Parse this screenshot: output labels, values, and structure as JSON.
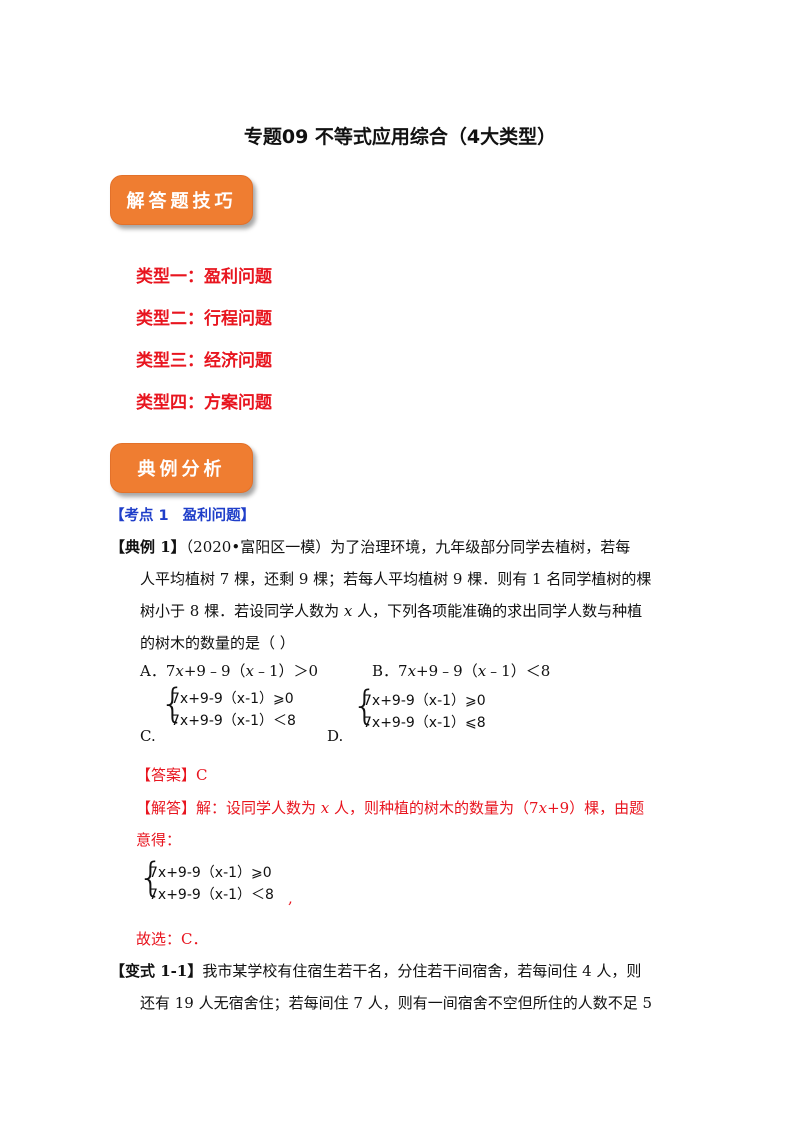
{
  "title": "专题09  不等式应用综合（4大类型）",
  "badges": {
    "skills": "解答题技巧",
    "examples": "典例分析"
  },
  "types": [
    "类型一：盈利问题",
    "类型二：行程问题",
    "类型三：经济问题",
    "类型四：方案问题"
  ],
  "topic": {
    "tag": "【考点 1",
    "name": "盈利问题】"
  },
  "example": {
    "tag": "【典例 1】",
    "line1": "（2020•富阳区一模）为了治理环境，九年级部分同学去植树，若每",
    "line2": "人平均植树 7 棵，还剩 9 棵；若每人平均植树 9 棵．则有 1 名同学植树的棵",
    "line3_a": "树小于 8 棵．若设同学人数为 ",
    "line3_var": "x",
    "line3_b": " 人，下列各项能准确的求出同学人数与种植",
    "line4": "的树木的数量的是（        ）"
  },
  "options": {
    "A_label": "A．",
    "A_pre": "7",
    "A_var": "x",
    "A_mid": "+9﹣9（",
    "A_var2": "x",
    "A_post": "﹣1）＞0",
    "B_label": "B．",
    "B_pre": "7",
    "B_var": "x",
    "B_mid": "+9﹣9（",
    "B_var2": "x",
    "B_post": "﹣1）＜8",
    "C_label": "C.",
    "C_line1": "7x+9-9（x-1）⩾0",
    "C_line2": "7x+9-9（x-1）＜8",
    "D_label": "D.",
    "D_line1": "7x+9-9（x-1）⩾0",
    "D_line2": "7x+9-9（x-1）⩽8"
  },
  "answer": {
    "tag": "【答案】",
    "value": "C"
  },
  "solution": {
    "tag": "【解答】",
    "line1_a": "解：设同学人数为 ",
    "line1_var": "x",
    "line1_b": " 人，则种植的树木的数量为（7",
    "line1_var2": "x",
    "line1_c": "+9）棵，由题",
    "line2": "意得：",
    "sys_line1": "7x+9-9（x-1）⩾0",
    "sys_line2": "7x+9-9（x-1）＜8",
    "comma": ",",
    "choose": "故选：C．"
  },
  "variant": {
    "tag": "【变式 1-1】",
    "line1": "我市某学校有住宿生若干名，分住若干间宿舍，若每间住 4 人，则",
    "line2": "还有 19 人无宿舍住；若每间住 7 人，则有一间宿舍不空但所住的人数不足 5"
  },
  "colors": {
    "accent_orange": "#ef7d31",
    "red": "#e8151f",
    "blue": "#1f3ec9"
  }
}
